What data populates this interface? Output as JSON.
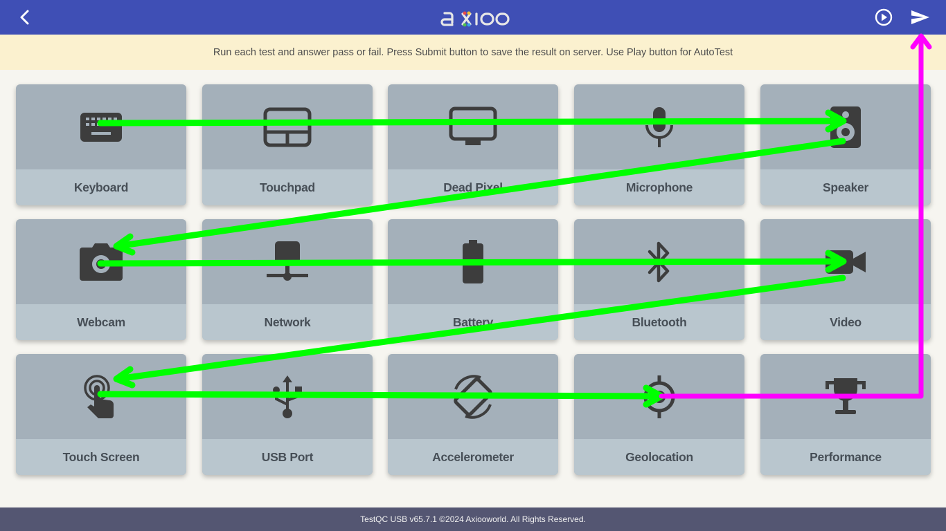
{
  "header": {
    "logo_text": "axioo",
    "back_icon": "chevron-left-icon",
    "play_icon": "play-circle-icon",
    "send_icon": "send-icon"
  },
  "notice": {
    "text": "Run each test and answer pass or fail. Press Submit button to save the result on server. Use Play button for AutoTest"
  },
  "tests": [
    {
      "label": "Keyboard",
      "icon": "keyboard-icon"
    },
    {
      "label": "Touchpad",
      "icon": "touchpad-icon"
    },
    {
      "label": "Dead Pixel",
      "icon": "monitor-icon"
    },
    {
      "label": "Microphone",
      "icon": "microphone-icon"
    },
    {
      "label": "Speaker",
      "icon": "speaker-icon"
    },
    {
      "label": "Webcam",
      "icon": "camera-icon"
    },
    {
      "label": "Network",
      "icon": "network-icon"
    },
    {
      "label": "Battery",
      "icon": "battery-icon"
    },
    {
      "label": "Bluetooth",
      "icon": "bluetooth-icon"
    },
    {
      "label": "Video",
      "icon": "video-camera-icon"
    },
    {
      "label": "Touch Screen",
      "icon": "touch-icon"
    },
    {
      "label": "USB Port",
      "icon": "usb-icon"
    },
    {
      "label": "Accelerometer",
      "icon": "screen-rotation-icon"
    },
    {
      "label": "Geolocation",
      "icon": "gps-icon"
    },
    {
      "label": "Performance",
      "icon": "trophy-icon"
    }
  ],
  "footer": {
    "text": "TestQC USB v65.7.1 ©2024 Axiooworld. All Rights Reserved."
  },
  "colors": {
    "topbar": "#3f4fb5",
    "notice_bg": "#fbf1cf",
    "card_top": "#a4b0ba",
    "card_label": "#b9c6ce",
    "footer": "#545672",
    "arrow_green": "#00ff00",
    "arrow_magenta": "#ff00ff"
  }
}
